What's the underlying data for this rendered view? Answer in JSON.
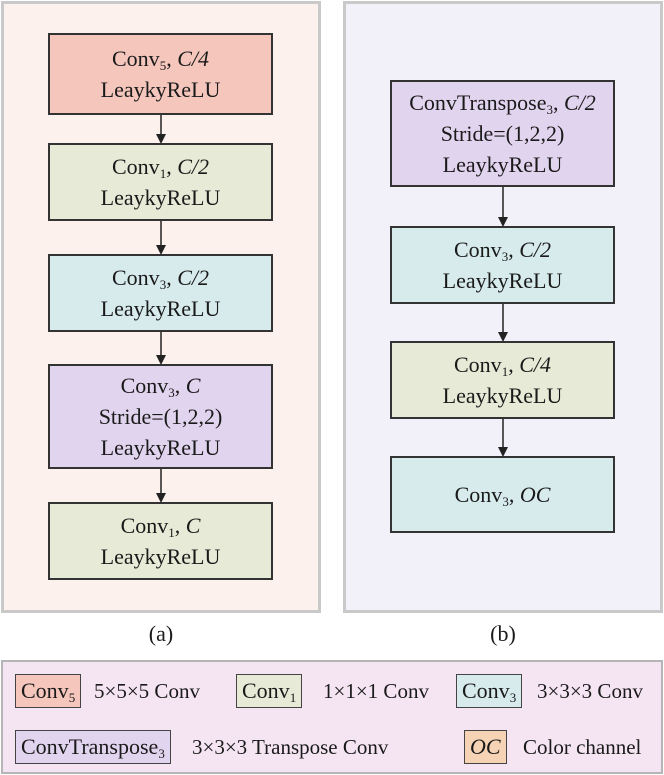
{
  "panel_a": {
    "caption": "(a)",
    "blocks": [
      {
        "op": "Conv",
        "sub": "5",
        "sep": ", ",
        "param": "C/4",
        "lines": [
          "LeaykyReLU"
        ]
      },
      {
        "op": "Conv",
        "sub": "1",
        "sep": ", ",
        "param": "C/2",
        "lines": [
          "LeaykyReLU"
        ]
      },
      {
        "op": "Conv",
        "sub": "3",
        "sep": ", ",
        "param": "C/2",
        "lines": [
          "LeaykyReLU"
        ]
      },
      {
        "op": "Conv",
        "sub": "3",
        "sep": ", ",
        "param": "C",
        "lines": [
          "Stride=(1,2,2)",
          "LeaykyReLU"
        ]
      },
      {
        "op": "Conv",
        "sub": "1",
        "sep": ", ",
        "param": "C",
        "lines": [
          "LeaykyReLU"
        ]
      }
    ]
  },
  "panel_b": {
    "caption": "(b)",
    "blocks": [
      {
        "op": "ConvTranspose",
        "sub": "3",
        "sep": ", ",
        "param": "C/2",
        "lines": [
          "Stride=(1,2,2)",
          "LeaykyReLU"
        ]
      },
      {
        "op": "Conv",
        "sub": "3",
        "sep": ", ",
        "param": "C/2",
        "lines": [
          "LeaykyReLU"
        ]
      },
      {
        "op": "Conv",
        "sub": "1",
        "sep": ", ",
        "param": "C/4",
        "lines": [
          "LeaykyReLU"
        ]
      },
      {
        "op": "Conv",
        "sub": "3",
        "sep": ", ",
        "param": "OC",
        "lines": []
      }
    ]
  },
  "legend": {
    "conv5": {
      "op": "Conv",
      "sub": "5",
      "desc": "5×5×5 Conv"
    },
    "conv1": {
      "op": "Conv",
      "sub": "1",
      "desc": "1×1×1 Conv"
    },
    "conv3": {
      "op": "Conv",
      "sub": "3",
      "desc": "3×3×3 Conv"
    },
    "convt3": {
      "op": "ConvTranspose",
      "sub": "3",
      "desc": "3×3×3 Transpose Conv"
    },
    "oc": {
      "label": "OC",
      "desc": "Color channel"
    }
  },
  "colors": {
    "conv5": "#f4c6bc",
    "conv1": "#e6ead6",
    "conv3": "#d7ebec",
    "convtranspose3": "#e1d4ee",
    "oc": "#f5d3b4",
    "panel_a_bg": "#fdf1ee",
    "panel_b_bg": "#f2f1f9",
    "legend_bg": "#f5e5f3"
  }
}
